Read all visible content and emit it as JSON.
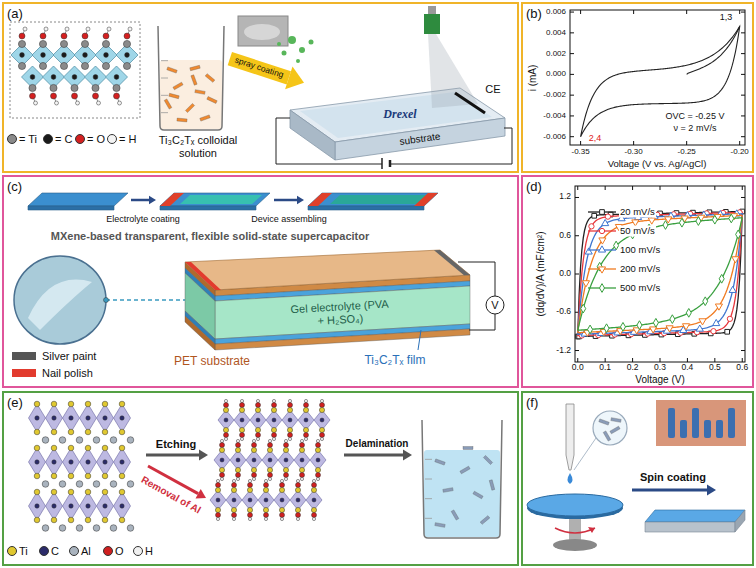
{
  "diagram": {
    "nodes": [
      {
        "text": [
          "(a)"
        ]
      },
      {
        "text": [
          "(b)"
        ]
      },
      {
        "text": [
          "(c)"
        ]
      },
      {
        "text": [
          "(d)"
        ]
      },
      {
        "text": [
          "(e)"
        ]
      },
      {
        "text": [
          "(f)"
        ]
      }
    ],
    "labels": [
      "Ti₃C₂Tₓ colloidal solution",
      "spray coating",
      "CE",
      "substrate",
      "Drexel",
      "0.006",
      "0.004",
      "0.002",
      "0.000",
      "-0.002",
      "-0.004",
      "-0.006",
      "-0.35",
      "-0.30",
      "-0.25",
      "-0.20",
      "Voltage (V vs. Ag/AgCl)",
      "i (mA)",
      "1,3",
      "2,4",
      "OVC = -0.25 V",
      "ν = 2 mV/s",
      "Electrolyte coating",
      "Device assembling",
      "MXene-based transparent, flexible solid-state supercapacitor",
      "Gel electrolyte (PVA + H₂SO₄)",
      "V",
      "PET substrate",
      "Ti₃C₂Tₓ film",
      "1.2",
      "0.6",
      "0.0",
      "-0.6",
      "-1.2",
      "0.0",
      "0.1",
      "0.2",
      "0.3",
      "0.4",
      "0.5",
      "0.6",
      "Voltage (V)",
      "(dq/dV)/A (mF/cm²)",
      "Etching",
      "Removal of Al",
      "Delamination",
      "Spin coating"
    ],
    "legend": [
      {
        "text": "= Ti",
        "color": "#8a8a8a"
      },
      {
        "text": "= C",
        "color": "#1a1a1a"
      },
      {
        "text": "= O",
        "color": "#d42020"
      },
      {
        "text": "= H",
        "color": "#f4f4f4"
      },
      {
        "text": "Silver paint",
        "color": "#555555"
      },
      {
        "text": "Nail polish",
        "color": "#e23b2e"
      },
      {
        "text": "20 mV/s"
      },
      {
        "text": "50 mV/s"
      },
      {
        "text": "100 mV/s"
      },
      {
        "text": "200 mV/s"
      },
      {
        "text": "500 mV/s"
      },
      {
        "text": "Ti",
        "color": "#e0c830"
      },
      {
        "text": "C",
        "color": "#2b2b6a"
      },
      {
        "text": "Al",
        "color": "#a9b3be"
      },
      {
        "text": "O",
        "color": "#d02020"
      },
      {
        "text": "H",
        "color": "#f0f0f0"
      }
    ]
  }
}
